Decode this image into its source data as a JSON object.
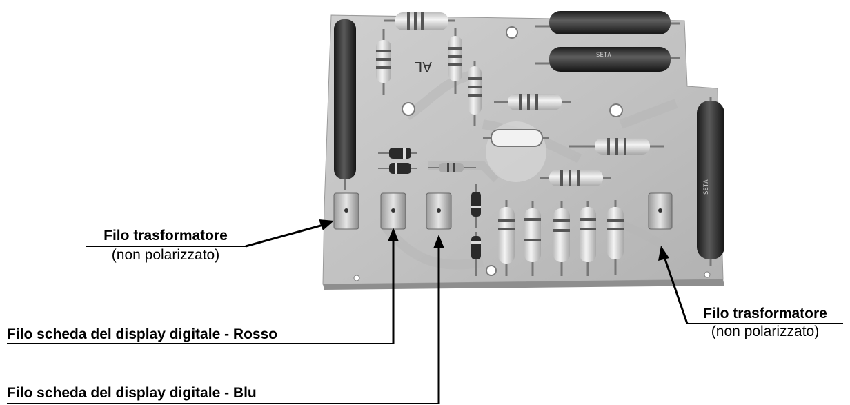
{
  "labels": {
    "transformer_left": {
      "title": "Filo trasformatore",
      "subtitle": "(non polarizzato)"
    },
    "transformer_right": {
      "title": "Filo trasformatore",
      "subtitle": "(non polarizzato)"
    },
    "display_red": "Filo scheda del display digitale - Rosso",
    "display_blue": "Filo scheda del display digitale - Blu"
  },
  "board_marks": {
    "handwriting": "AL",
    "resistor_print_1": "SETA",
    "resistor_print_2": "SETA"
  }
}
